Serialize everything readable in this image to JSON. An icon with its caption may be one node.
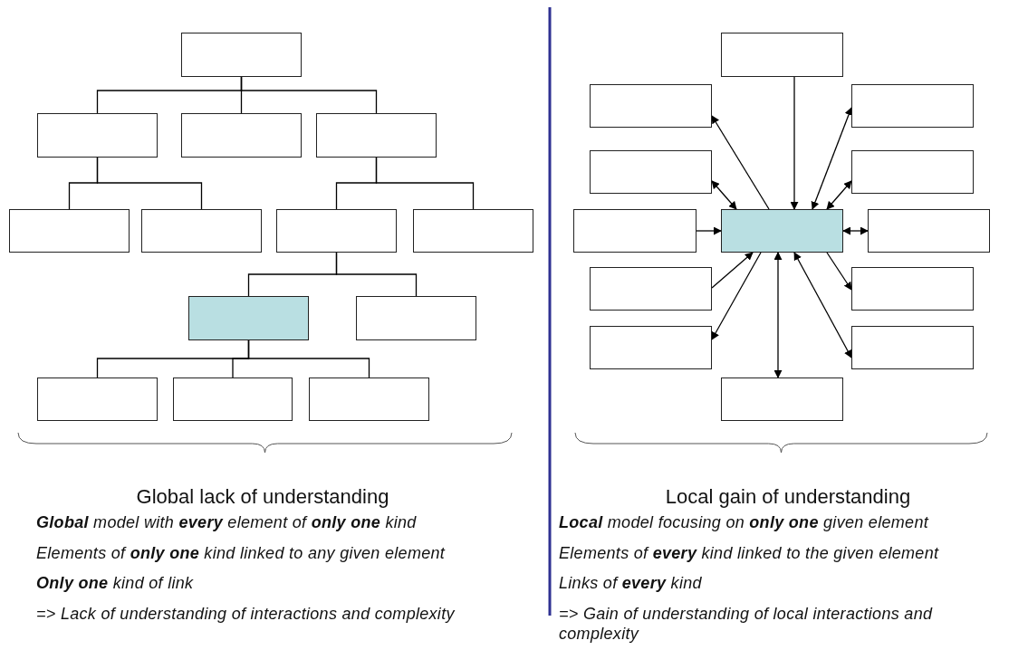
{
  "diagram": {
    "nodes": [
      {
        "text": [],
        "shape": "box"
      },
      {
        "text": [],
        "shape": "box"
      },
      {
        "text": [],
        "shape": "box"
      },
      {
        "text": [],
        "shape": "box"
      },
      {
        "text": [],
        "shape": "box"
      },
      {
        "text": [],
        "shape": "box"
      },
      {
        "text": [],
        "shape": "box"
      },
      {
        "text": [],
        "shape": "box"
      },
      {
        "text": [],
        "shape": "box"
      },
      {
        "text": [],
        "shape": "box"
      },
      {
        "text": [],
        "shape": "box"
      },
      {
        "text": [],
        "shape": "box"
      },
      {
        "text": [],
        "shape": "box"
      },
      {
        "text": [],
        "shape": "box"
      },
      {
        "text": [],
        "shape": "box"
      },
      {
        "text": [],
        "shape": "box"
      },
      {
        "text": [],
        "shape": "box"
      },
      {
        "text": [],
        "shape": "box"
      },
      {
        "text": [],
        "shape": "box"
      },
      {
        "text": [],
        "shape": "box"
      },
      {
        "text": [],
        "shape": "box"
      },
      {
        "text": [],
        "shape": "box"
      },
      {
        "text": [],
        "shape": "box"
      },
      {
        "text": [],
        "shape": "box"
      },
      {
        "text": [],
        "shape": "box"
      },
      {
        "text": [],
        "shape": "box"
      }
    ],
    "edges": [
      {
        "from": 0,
        "to": 1,
        "arrow": "none"
      },
      {
        "from": 0,
        "to": 2,
        "arrow": "none"
      },
      {
        "from": 0,
        "to": 3,
        "arrow": "none"
      },
      {
        "from": 1,
        "to": 4,
        "arrow": "none"
      },
      {
        "from": 1,
        "to": 5,
        "arrow": "none"
      },
      {
        "from": 3,
        "to": 6,
        "arrow": "none"
      },
      {
        "from": 3,
        "to": 7,
        "arrow": "none"
      },
      {
        "from": 6,
        "to": 8,
        "arrow": "none"
      },
      {
        "from": 6,
        "to": 9,
        "arrow": "none"
      },
      {
        "from": 8,
        "to": 10,
        "arrow": "none"
      },
      {
        "from": 8,
        "to": 11,
        "arrow": "none"
      },
      {
        "from": 8,
        "to": 12,
        "arrow": "none"
      },
      {
        "from": 13,
        "to": 19,
        "arrow": "to"
      },
      {
        "from": 19,
        "to": 14,
        "arrow": "to"
      },
      {
        "from": 19,
        "to": 15,
        "arrow": "both"
      },
      {
        "from": 16,
        "to": 19,
        "arrow": "both"
      },
      {
        "from": 17,
        "to": 19,
        "arrow": "both"
      },
      {
        "from": 18,
        "to": 19,
        "arrow": "to"
      },
      {
        "from": 19,
        "to": 20,
        "arrow": "both"
      },
      {
        "from": 21,
        "to": 19,
        "arrow": "to"
      },
      {
        "from": 19,
        "to": 23,
        "arrow": "to"
      },
      {
        "from": 19,
        "to": 25,
        "arrow": "both"
      },
      {
        "from": 19,
        "to": 22,
        "arrow": "to"
      },
      {
        "from": 19,
        "to": 24,
        "arrow": "both"
      }
    ],
    "labels": [
      "Global lack of understanding",
      "**Global** model with **every** element of **only one** kind",
      "Elements of **only one** kind linked to any given element",
      "**Only one** kind of link",
      "=> Lack of understanding of interactions and complexity",
      "Local gain of understanding",
      "**Local** model focusing on **only one** given element",
      "Elements of **every** kind linked to the given element",
      "Links of **every** kind",
      "=> Gain of understanding of local interactions and complexity"
    ]
  }
}
